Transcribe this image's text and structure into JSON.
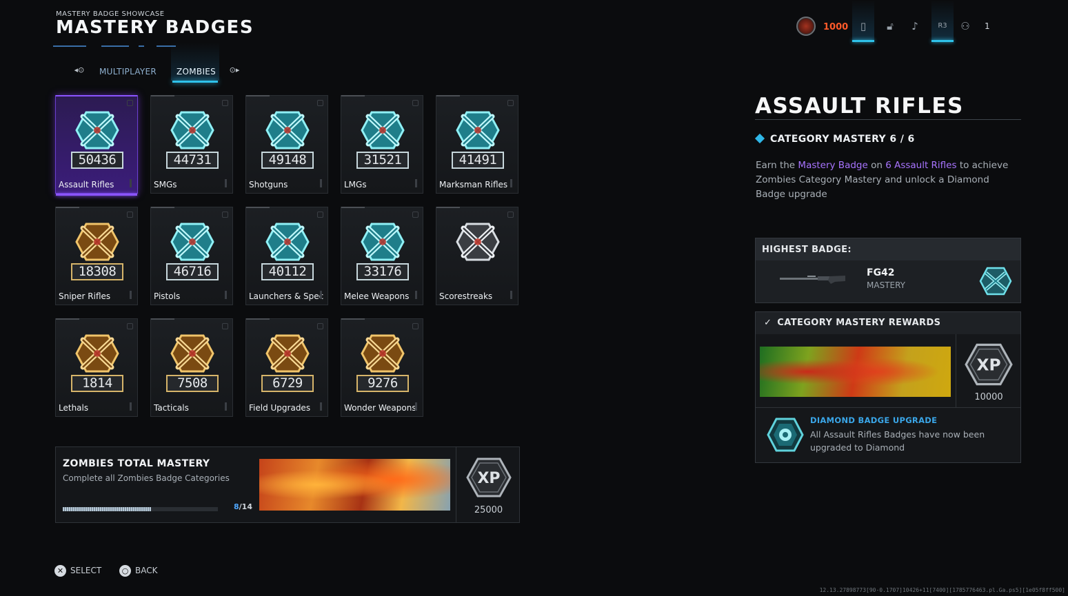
{
  "header": {
    "eyebrow": "MASTERY BADGE SHOWCASE",
    "title": "MASTERY BADGES"
  },
  "tabs": {
    "left_bumper": "L1",
    "right_bumper": "R1",
    "items": [
      {
        "label": "MULTIPLAYER",
        "active": false
      },
      {
        "label": "ZOMBIES",
        "active": true
      }
    ]
  },
  "status": {
    "currency": "1000",
    "count": "1"
  },
  "badges": [
    {
      "label": "Assault Rifles",
      "value": "50436",
      "tier": "diamond"
    },
    {
      "label": "SMGs",
      "value": "44731",
      "tier": "diamond"
    },
    {
      "label": "Shotguns",
      "value": "49148",
      "tier": "diamond"
    },
    {
      "label": "LMGs",
      "value": "31521",
      "tier": "diamond"
    },
    {
      "label": "Marksman Rifles",
      "value": "41491",
      "tier": "diamond"
    },
    {
      "label": "Sniper Rifles",
      "value": "18308",
      "tier": "gold"
    },
    {
      "label": "Pistols",
      "value": "46716",
      "tier": "diamond"
    },
    {
      "label": "Launchers & Spec",
      "value": "40112",
      "tier": "diamond"
    },
    {
      "label": "Melee Weapons",
      "value": "33176",
      "tier": "diamond"
    },
    {
      "label": "Scorestreaks",
      "value": "",
      "tier": "silver"
    },
    {
      "label": "Lethals",
      "value": "1814",
      "tier": "gold"
    },
    {
      "label": "Tacticals",
      "value": "7508",
      "tier": "gold"
    },
    {
      "label": "Field Upgrades",
      "value": "6729",
      "tier": "gold"
    },
    {
      "label": "Wonder Weapons",
      "value": "9276",
      "tier": "gold"
    }
  ],
  "total_mastery": {
    "title": "ZOMBIES TOTAL MASTERY",
    "subtitle": "Complete all Zombies Badge Categories",
    "progress_current": "8",
    "progress_total": "/14",
    "progress_fraction": 0.5714,
    "xp_label": "XP",
    "xp_amount": "25000"
  },
  "detail": {
    "title": "ASSAULT RIFLES",
    "category_line": "CATEGORY MASTERY 6 / 6",
    "desc_1": "Earn the ",
    "desc_hl_1": "Mastery Badge",
    "desc_2": " on ",
    "desc_hl_2": "6 Assault Rifles",
    "desc_3": " to achieve Zombies Category Mastery and unlock a Diamond Badge upgrade",
    "highest_badge_header": "HIGHEST BADGE:",
    "highest_badge_name": "FG42",
    "highest_badge_sub": "MASTERY",
    "rewards_header": "CATEGORY MASTERY REWARDS",
    "rewards_check": "✓",
    "rewards_xp_label": "XP",
    "rewards_xp_amount": "10000",
    "upgrade_title": "DIAMOND BADGE UPGRADE",
    "upgrade_desc": "All Assault Rifles Badges have now been upgraded to Diamond"
  },
  "prompts": {
    "select_btn": "✕",
    "select_label": "SELECT",
    "back_btn": "○",
    "back_label": "BACK"
  },
  "build_info": "12.13.27898773[90-0.1707]10426+11[7400][1785776463.pl.Ga.ps5][1e05f8ff500]",
  "colors": {
    "accent_cyan": "#2fc2ea",
    "selected_purple": "#6b3fd0",
    "highlight_purple": "#a874ff",
    "currency_orange": "#ff5a2a",
    "diamond_teal": "#4fd3d8",
    "gold": "#d9a53c"
  }
}
